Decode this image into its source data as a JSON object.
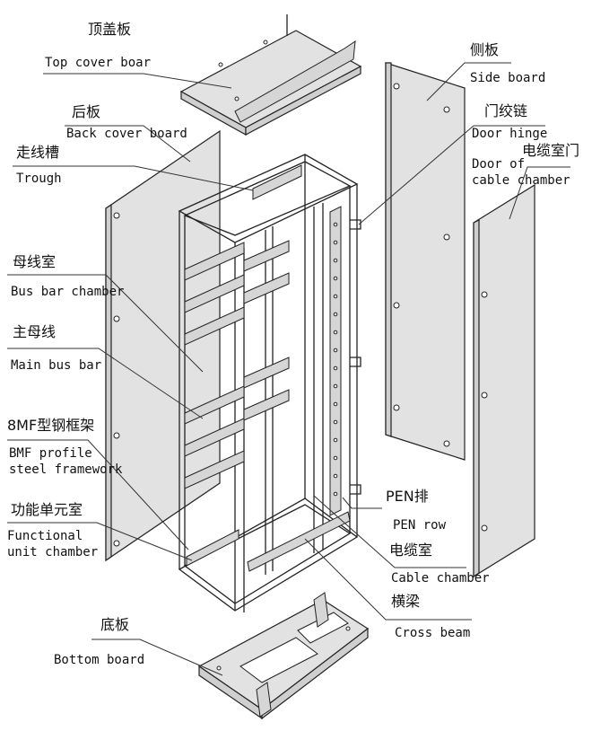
{
  "diagram": {
    "labels": {
      "top_cover": {
        "cn": "顶盖板",
        "en": "Top cover boar"
      },
      "back_cover": {
        "cn": "后板",
        "en": "Back cover board"
      },
      "trough": {
        "cn": "走线槽",
        "en": "Trough"
      },
      "bus_bar_chamber": {
        "cn": "母线室",
        "en": "Bus bar chamber"
      },
      "main_bus_bar": {
        "cn": "主母线",
        "en": "Main bus bar"
      },
      "framework": {
        "cn": "8MF型钢框架",
        "en1": "BMF profile",
        "en2": "steel framework"
      },
      "functional_unit": {
        "cn": "功能单元室",
        "en1": "Functional",
        "en2": "unit chamber"
      },
      "bottom_board": {
        "cn": "底板",
        "en": "Bottom board"
      },
      "side_board": {
        "cn": "侧板",
        "en": "Side board"
      },
      "door_hinge": {
        "cn": "门绞链",
        "en": "Door hinge"
      },
      "cable_door": {
        "cn": "电缆室门",
        "en1": "Door of",
        "en2": "cable chamber"
      },
      "pen_row": {
        "cn": "PEN排",
        "en": "PEN row"
      },
      "cable_chamber": {
        "cn": "电缆室",
        "en": "Cable chamber"
      },
      "cross_beam": {
        "cn": "横梁",
        "en": "Cross beam"
      }
    }
  }
}
